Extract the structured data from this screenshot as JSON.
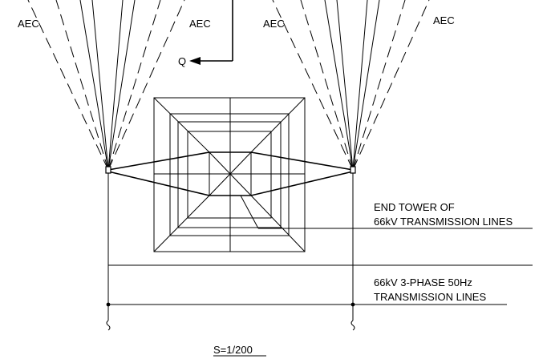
{
  "labels": {
    "aec": "AEC",
    "north": "Q",
    "end_tower_line1": "END TOWER OF",
    "end_tower_line2": "66kV TRANSMISSION LINES",
    "lines_line1": "66kV 3-PHASE 50Hz",
    "lines_line2": "TRANSMISSION LINES",
    "scale": "S=1/200"
  },
  "colors": {
    "ink": "#000000",
    "background": "#ffffff"
  }
}
